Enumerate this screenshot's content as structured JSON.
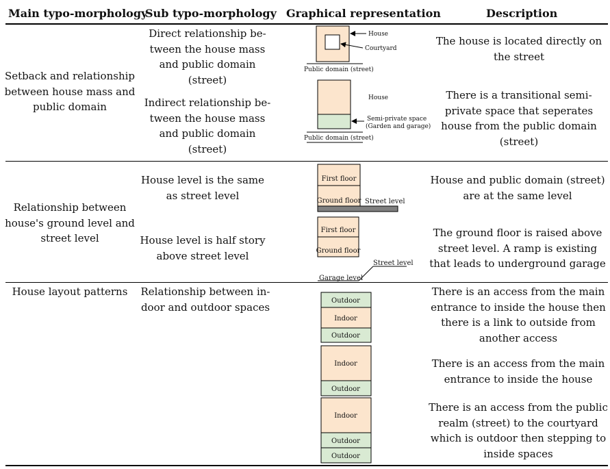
{
  "headers": [
    "Main typo-morphology",
    "Sub typo-morphology",
    "Graphical representation",
    "Description"
  ],
  "colors": {
    "indoor_fill": "#fce5cd",
    "outdoor_fill": "#d9ead3",
    "level_bar": "#808080"
  },
  "sections": [
    {
      "main": "Setback and relationship between house mass and public domain",
      "rows": [
        {
          "sub": "Direct relationship be-tween the house mass and public domain (street)",
          "desc": "The house is located directly on the street",
          "labels": {
            "house": "House",
            "courtyard": "Courtyard",
            "public": "Public domain (street)"
          }
        },
        {
          "sub": "Indirect relationship be-tween the house mass and public domain (street)",
          "desc": "There is a transitional semi-private space that seperates house from the public domain (street)",
          "labels": {
            "house": "House",
            "semi_line1": "Semi-private space",
            "semi_line2": "(Garden and garage)",
            "public": "Public domain (street)"
          }
        }
      ]
    },
    {
      "main": "Relationship between house's ground level and street level",
      "rows": [
        {
          "sub": "House level is the same as street level",
          "desc": "House and public domain (street) are at the same level",
          "labels": {
            "first": "First floor",
            "ground": "Ground floor",
            "street": "Street level"
          }
        },
        {
          "sub": "House level is half story above street level",
          "desc": "The ground floor is raised above street level. A ramp is existing that leads to underground garage",
          "labels": {
            "first": "First floor",
            "ground": "Ground floor",
            "street": "Street level",
            "garage": "Garage level"
          }
        }
      ]
    },
    {
      "main": "House layout patterns",
      "rows": [
        {
          "sub": "Relationship between in-door and outdoor spaces",
          "desc": "There is an access from the main entrance to inside the house then there is a link to outside from another access",
          "labels": {
            "b1": "Outdoor",
            "b2": "Indoor",
            "b3": "Outdoor"
          }
        },
        {
          "sub": "",
          "desc": "There is an access from the main entrance to inside the house",
          "labels": {
            "b1": "Indoor",
            "b2": "Outdoor"
          }
        },
        {
          "sub": "",
          "desc": "There is an access from the public realm (street) to the courtyard which is outdoor then stepping to inside spaces",
          "labels": {
            "b1": "Indoor",
            "b2": "Outdoor",
            "b3": "Outdoor"
          }
        }
      ]
    }
  ]
}
